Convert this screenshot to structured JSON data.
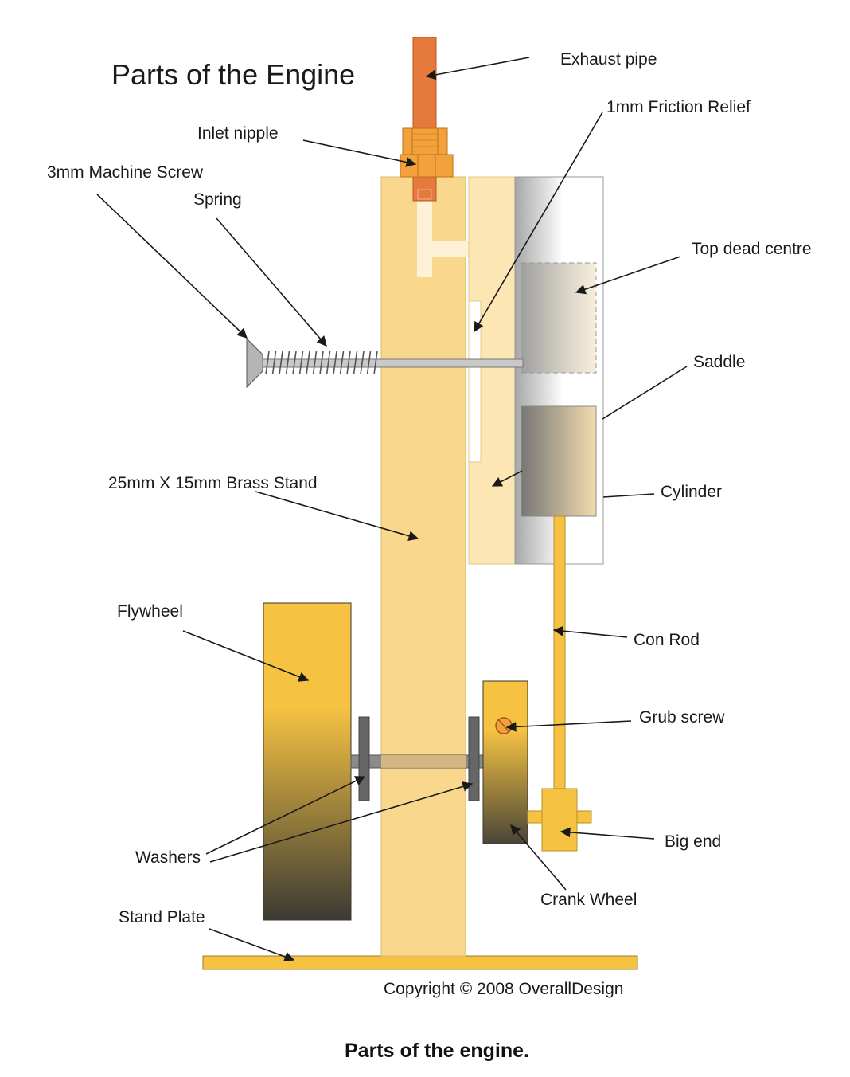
{
  "title": "Parts of the Engine",
  "caption": "Parts of the engine.",
  "copyright": "Copyright © 2008 OverallDesign",
  "labels": {
    "exhaust_pipe": "Exhaust pipe",
    "friction_relief": "1mm Friction Relief",
    "inlet_nipple": "Inlet nipple",
    "machine_screw": "3mm Machine Screw",
    "spring": "Spring",
    "top_dead_centre": "Top dead centre",
    "saddle": "Saddle",
    "brass_stand": "25mm X 15mm Brass Stand",
    "cylinder": "Cylinder",
    "flywheel": "Flywheel",
    "con_rod": "Con Rod",
    "grub_screw": "Grub screw",
    "washers": "Washers",
    "big_end": "Big end",
    "crank_wheel": "Crank Wheel",
    "stand_plate": "Stand Plate"
  },
  "colors": {
    "brass": "#f9d88e",
    "brass_light": "#fbe6b4",
    "copper": "#e57a3c",
    "nut": "#f2a13b",
    "gold": "#f5c242",
    "steel": "#6b6b6b",
    "dark": "#3e3a33"
  }
}
